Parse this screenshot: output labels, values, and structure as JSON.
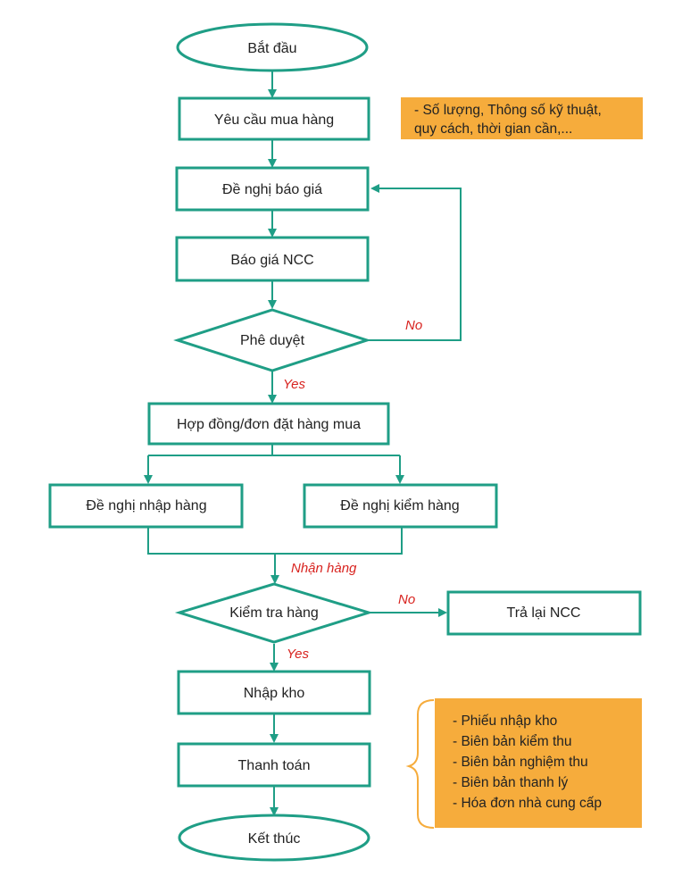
{
  "nodes": {
    "start": "Bắt đầu",
    "purchase_request": "Yêu cầu mua hàng",
    "quote_request": "Đề nghị báo giá",
    "supplier_quote": "Báo giá NCC",
    "approval": "Phê duyệt",
    "purchase_order": "Hợp đồng/đơn đặt hàng mua",
    "receipt_request": "Đề nghị nhập hàng",
    "inspection_request": "Đề nghị kiểm hàng",
    "goods_check": "Kiểm tra hàng",
    "return_supplier": "Trả lại NCC",
    "warehouse_entry": "Nhập kho",
    "payment": "Thanh toán",
    "end": "Kết thúc"
  },
  "edge_labels": {
    "approval_no": "No",
    "approval_yes": "Yes",
    "receive_goods": "Nhận hàng",
    "check_no": "No",
    "check_yes": "Yes"
  },
  "notes": {
    "request_details": [
      "- Số lượng, Thông số kỹ thuật,",
      "quy cách, thời gian cần,..."
    ],
    "documents": [
      "- Phiếu nhập kho",
      "- Biên bản kiểm thu",
      "- Biên bản nghiệm thu",
      "- Biên bản thanh lý",
      "- Hóa đơn nhà cung cấp"
    ]
  },
  "colors": {
    "stroke": "#1f9e86",
    "note_fill": "#f6ac3c",
    "label_red": "#d8231f"
  }
}
